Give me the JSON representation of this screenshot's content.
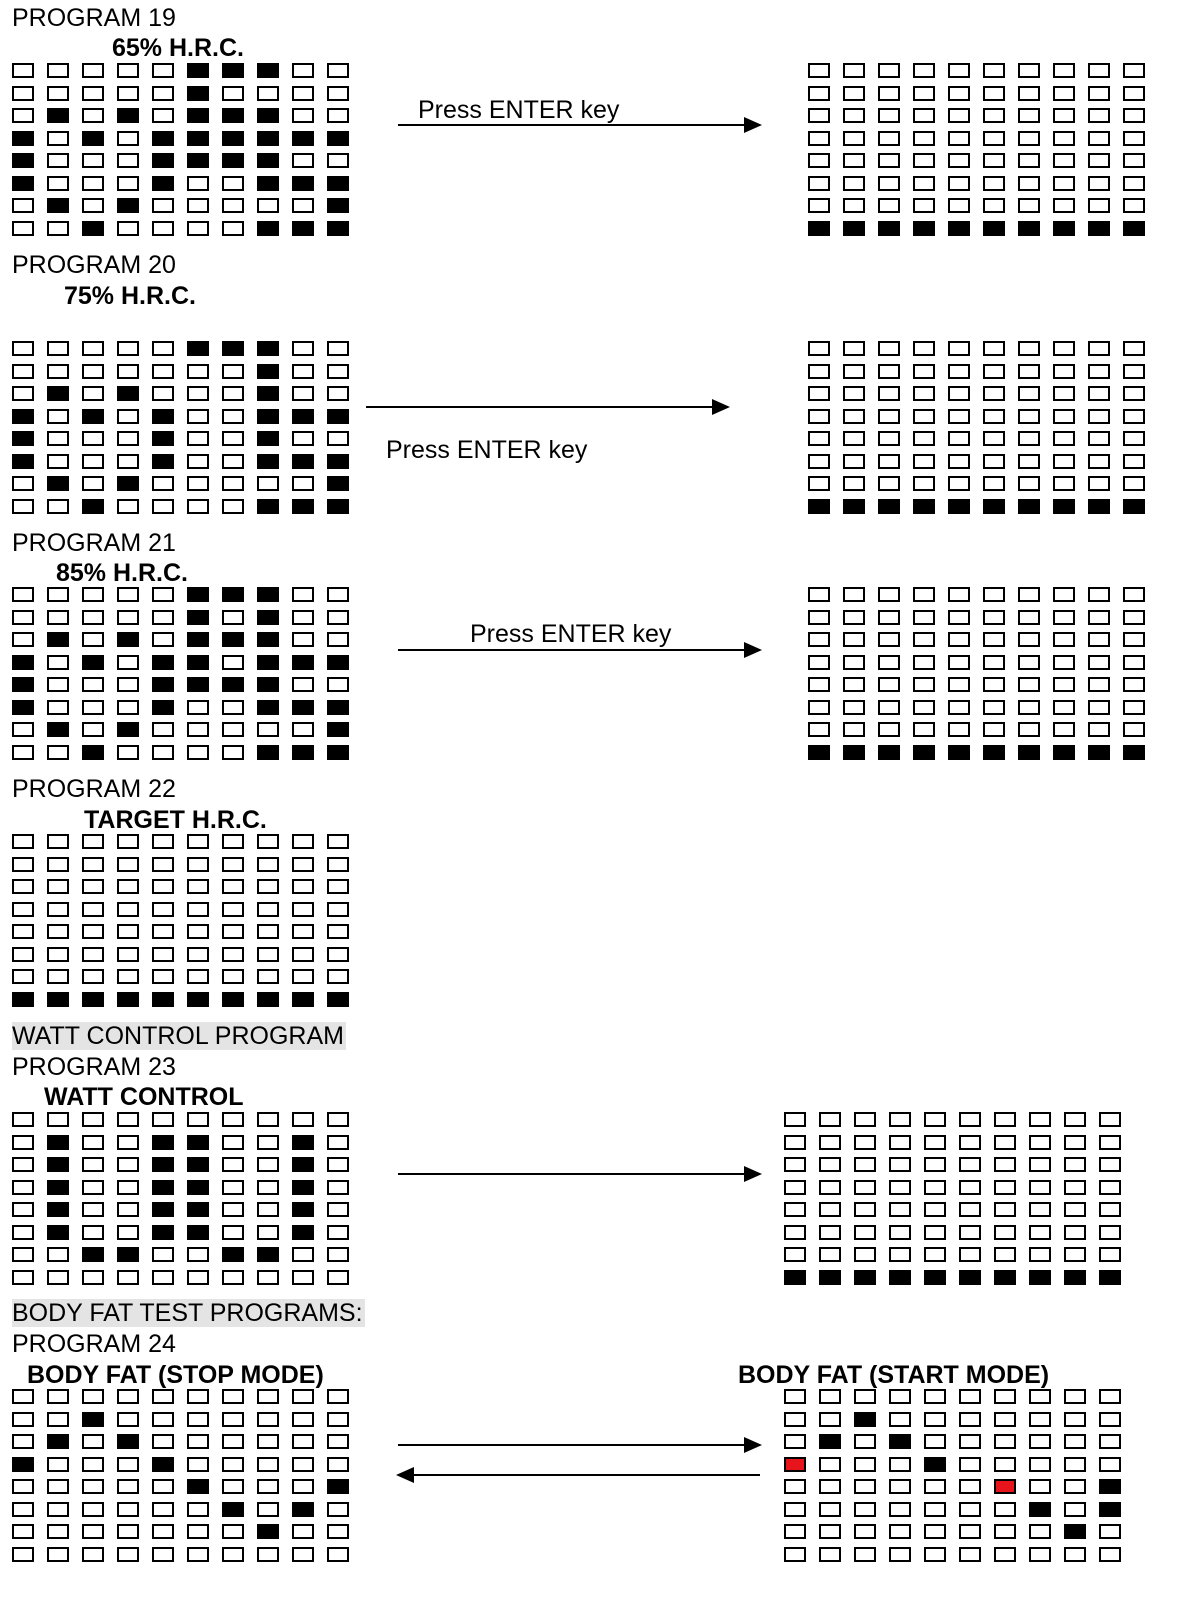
{
  "sections": [
    {
      "id": "p19",
      "heading": "PROGRAM 19",
      "title": "65% H.R.C.",
      "arrow_label": "Press ENTER key",
      "left_grid": [
        "0000011100",
        "0000010000",
        "0101011100",
        "1010111111",
        "1000111100",
        "1000100111",
        "0101000001",
        "0010000111"
      ],
      "right_grid": [
        "0000000000",
        "0000000000",
        "0000000000",
        "0000000000",
        "0000000000",
        "0000000000",
        "0000000000",
        "1111111111"
      ]
    },
    {
      "id": "p20",
      "heading": "PROGRAM 20",
      "title": "75% H.R.C.",
      "arrow_label": "Press ENTER key",
      "left_grid": [
        "0000011100",
        "0000000100",
        "0101000100",
        "1010100111",
        "1000100100",
        "1000100111",
        "0101000001",
        "0010000111"
      ],
      "right_grid": [
        "0000000000",
        "0000000000",
        "0000000000",
        "0000000000",
        "0000000000",
        "0000000000",
        "0000000000",
        "1111111111"
      ]
    },
    {
      "id": "p21",
      "heading": "PROGRAM 21",
      "title": "85% H.R.C.",
      "arrow_label": "Press ENTER key",
      "left_grid": [
        "0000011100",
        "0000010100",
        "0101011100",
        "1010110111",
        "1000111100",
        "1000100111",
        "0101000001",
        "0010000111"
      ],
      "right_grid": [
        "0000000000",
        "0000000000",
        "0000000000",
        "0000000000",
        "0000000000",
        "0000000000",
        "0000000000",
        "1111111111"
      ]
    },
    {
      "id": "p22",
      "heading": "PROGRAM 22",
      "title": "TARGET H.R.C.",
      "left_grid": [
        "0000000000",
        "0000000000",
        "0000000000",
        "0000000000",
        "0000000000",
        "0000000000",
        "0000000000",
        "1111111111"
      ]
    },
    {
      "id": "p23",
      "band": "WATT CONTROL PROGRAM",
      "heading": "PROGRAM 23",
      "title": "WATT CONTROL",
      "left_grid": [
        "0000000000",
        "0100110010",
        "0100110010",
        "0100110010",
        "0100110010",
        "0100110010",
        "0011001100",
        "0000000000"
      ],
      "right_grid": [
        "0000000000",
        "0000000000",
        "0000000000",
        "0000000000",
        "0000000000",
        "0000000000",
        "0000000000",
        "1111111111"
      ]
    },
    {
      "id": "p24",
      "band": "BODY FAT TEST PROGRAMS:",
      "heading": "PROGRAM 24",
      "title": "BODY FAT (STOP MODE)",
      "right_title": "BODY FAT (START MODE)",
      "left_grid": [
        "0000000000",
        "0010000000",
        "0101000000",
        "1000100000",
        "0000010001",
        "0000001010",
        "0000000100",
        "0000000000"
      ],
      "right_grid": [
        "0000000000",
        "0010000000",
        "0101000000",
        "R000100000",
        "000000R001",
        "0000000101",
        "0000000010",
        "0000000000"
      ]
    }
  ]
}
